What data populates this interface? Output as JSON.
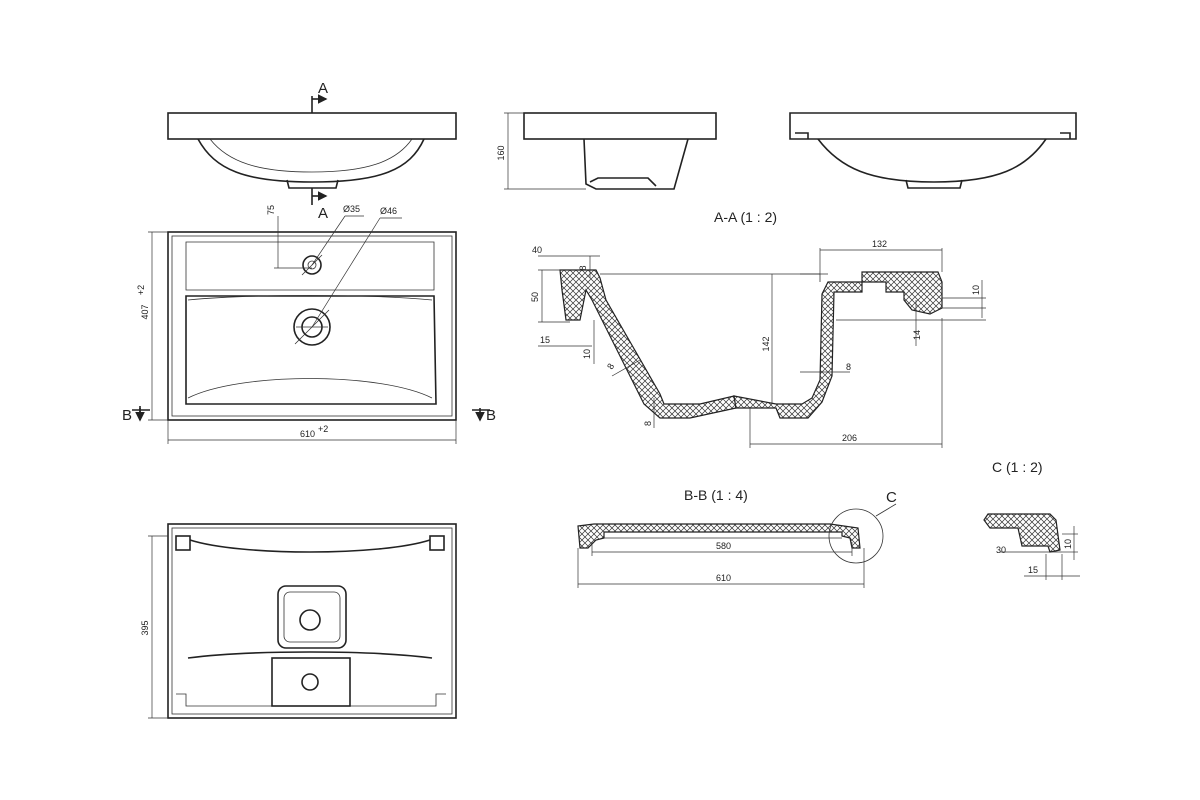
{
  "views": {
    "section_aa_title": "A-A (1 : 2)",
    "section_bb_title": "B-B (1 : 4)",
    "detail_c_title": "C (1 : 2)",
    "detail_c_marker": "C"
  },
  "markers": {
    "section_a": "A",
    "section_b": "B"
  },
  "dimensions": {
    "front_height": "160",
    "tap_offset": "75",
    "tap_hole_dia": "Ø35",
    "drain_hole_dia": "Ø46",
    "depth_top": "407",
    "depth_top_tol": "+2",
    "width_top": "610",
    "width_top_tol": "+2",
    "bottom_depth": "395",
    "aa_rim_width": "40",
    "aa_rim_thk": "8",
    "aa_rim_height": "50",
    "aa_inner_step": "15",
    "aa_lip": "10",
    "aa_wall": "8",
    "aa_bottom_thk": "8",
    "aa_depth": "142",
    "aa_right_wall": "8",
    "aa_back_width": "132",
    "aa_back_lip": "10",
    "aa_back_step": "14",
    "aa_half_width": "206",
    "bb_inner_width": "580",
    "bb_outer_width": "610",
    "c_lip_width": "30",
    "c_lip_height": "10",
    "c_step": "15"
  }
}
